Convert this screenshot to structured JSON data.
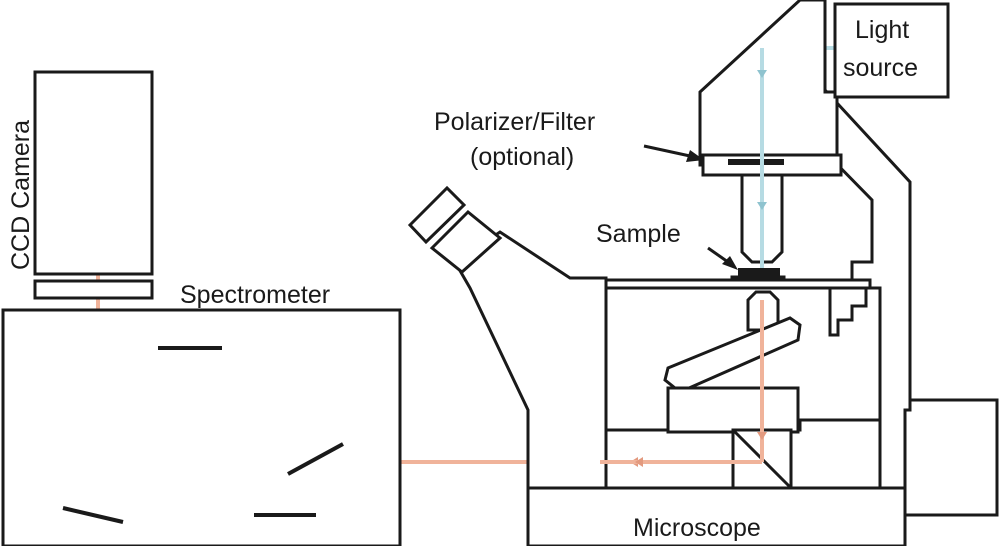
{
  "labels": {
    "ccd_camera": "CCD Camera",
    "spectrometer": "Spectrometer",
    "light_source_line1": "Light",
    "light_source_line2": "source",
    "polarizer_line1": "Polarizer/Filter",
    "polarizer_line2": "(optional)",
    "sample": "Sample",
    "microscope": "Microscope"
  },
  "colors": {
    "signal_beam": "#f0b39a",
    "illumination_beam": "#b6dbe3",
    "outline": "#1a1a1a"
  }
}
